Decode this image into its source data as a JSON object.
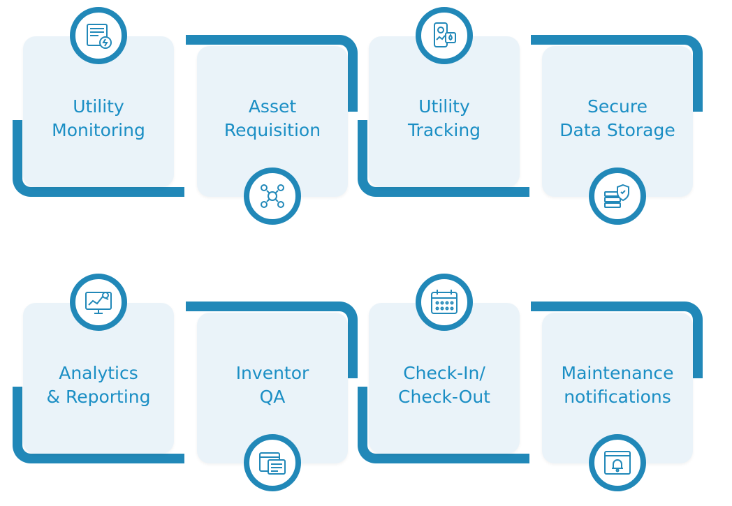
{
  "cards": [
    {
      "line1": "Utility",
      "line2": "Monitoring",
      "icon": "utility-bill-icon"
    },
    {
      "line1": "Asset",
      "line2": "Requisition",
      "icon": "asset-network-icon"
    },
    {
      "line1": "Utility",
      "line2": "Tracking",
      "icon": "mobile-tracking-icon"
    },
    {
      "line1": "Secure",
      "line2": "Data Storage",
      "icon": "secure-server-icon"
    },
    {
      "line1": "Analytics",
      "line2": "& Reporting",
      "icon": "analytics-monitor-icon"
    },
    {
      "line1": "Inventor",
      "line2": "QA",
      "icon": "inventory-document-icon"
    },
    {
      "line1": "Check-In/",
      "line2": "Check-Out",
      "icon": "calendar-icon"
    },
    {
      "line1": "Maintenance",
      "line2": "notifications",
      "icon": "notification-bell-icon"
    }
  ],
  "colors": {
    "accent": "#2188b8",
    "card": "#eaf3f9",
    "text": "#1a8ec4"
  }
}
